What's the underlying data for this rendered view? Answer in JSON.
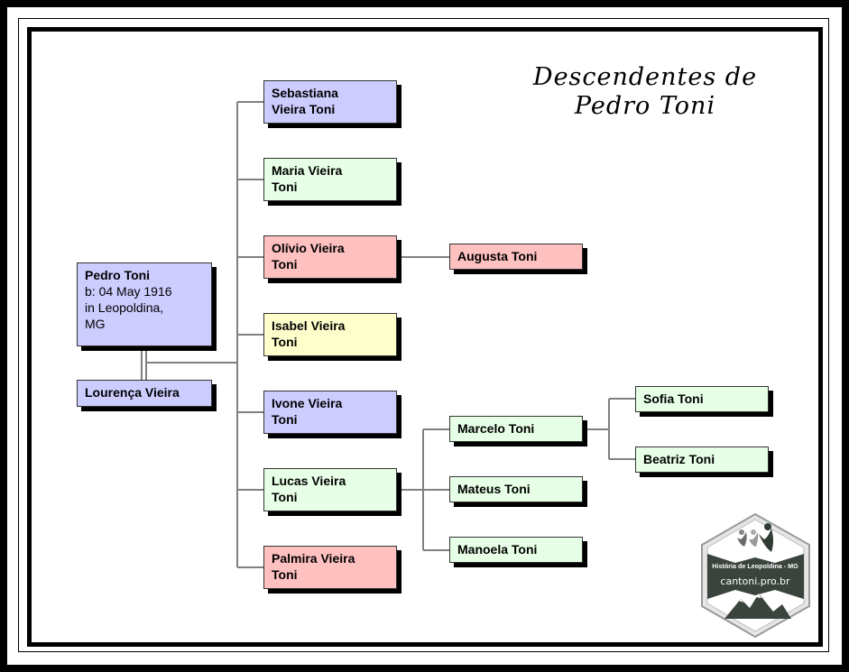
{
  "title": {
    "line1": "Descendentes de",
    "line2": "Pedro Toni"
  },
  "root": {
    "name": "Pedro Toni",
    "birth": "b: 04 May 1916",
    "place_line1": "in Leopoldina,",
    "place_line2": "MG",
    "color": "#ccccff"
  },
  "spouse": {
    "name": "Lourença Vieira",
    "color": "#ccccff"
  },
  "children": [
    {
      "line1": "Sebastiana",
      "line2": "Vieira Toni",
      "color": "#ccccff"
    },
    {
      "line1": "Maria Vieira",
      "line2": "Toni",
      "color": "#e6ffe6"
    },
    {
      "line1": "Olívio Vieira",
      "line2": "Toni",
      "color": "#ffc0c0"
    },
    {
      "line1": "Isabel Vieira",
      "line2": "Toni",
      "color": "#ffffcc"
    },
    {
      "line1": "Ivone Vieira",
      "line2": "Toni",
      "color": "#ccccff"
    },
    {
      "line1": "Lucas Vieira",
      "line2": "Toni",
      "color": "#e6ffe6"
    },
    {
      "line1": "Palmira Vieira",
      "line2": "Toni",
      "color": "#ffc0c0"
    }
  ],
  "grandchildren": {
    "olivio": [
      {
        "name": "Augusta Toni",
        "color": "#ffc0c0"
      }
    ],
    "lucas": [
      {
        "name": "Marcelo Toni",
        "color": "#e6ffe6"
      },
      {
        "name": "Mateus Toni",
        "color": "#e6ffe6"
      },
      {
        "name": "Manoela Toni",
        "color": "#e6ffe6"
      }
    ]
  },
  "great_grandchildren": {
    "marcelo": [
      {
        "name": "Sofia Toni",
        "color": "#e6ffe6"
      },
      {
        "name": "Beatriz Toni",
        "color": "#e6ffe6"
      }
    ]
  },
  "logo": {
    "label": "História de Leopoldina - MG",
    "site": "cantoni.pro.br",
    "icon": "people-mountains-icon"
  },
  "connector_color": "#808080"
}
